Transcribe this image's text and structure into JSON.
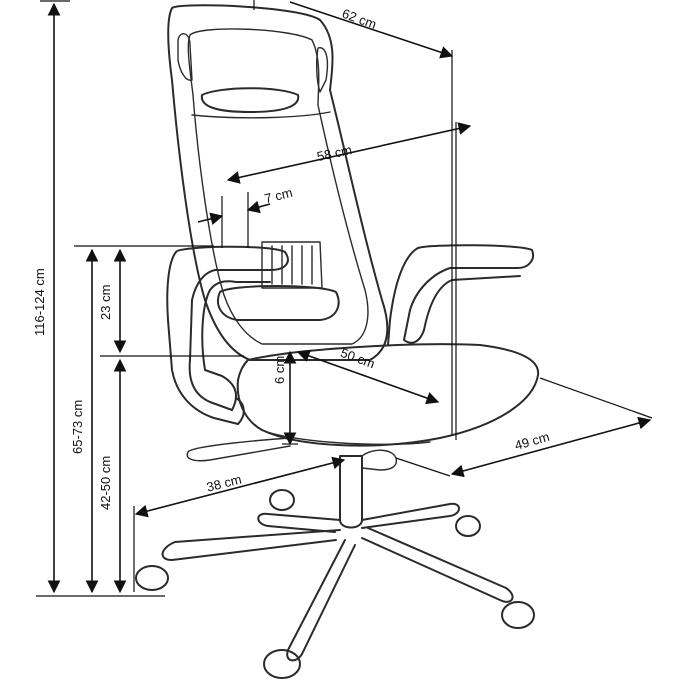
{
  "diagram": {
    "dimensions": {
      "depth": "62 cm",
      "width_inner": "58 cm",
      "lumbar": "7 cm",
      "total_height": "116-124 cm",
      "armrest_height": "23 cm",
      "arm_floor_height": "65-73 cm",
      "seat_height": "42-50 cm",
      "seat_thickness": "6 cm",
      "seat_depth": "50 cm",
      "seat_width": "49 cm",
      "base_radius": "38 cm"
    }
  }
}
